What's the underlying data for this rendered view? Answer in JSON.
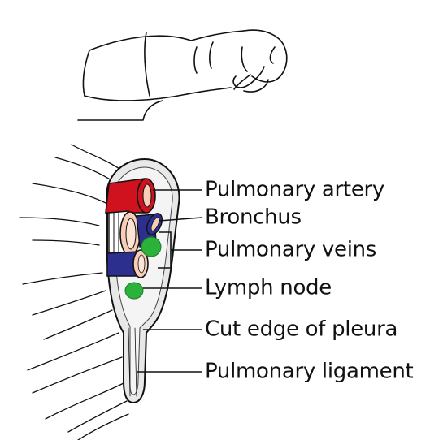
{
  "labels": {
    "pulmonary_artery": "Pulmonary artery",
    "bronchus": "Bronchus",
    "pulmonary_veins": "Pulmonary veins",
    "lymph_node": "Lymph node",
    "cut_edge_of_pleura": "Cut edge of pleura",
    "pulmonary_ligament": "Pulmonary ligament"
  },
  "colors": {
    "artery": "#d0121f",
    "vein": "#2d2f8e",
    "bronchus": "#f7cdb8",
    "lymph": "#2bb23a",
    "pleura": "#e6e6e6",
    "ink": "#111111"
  }
}
